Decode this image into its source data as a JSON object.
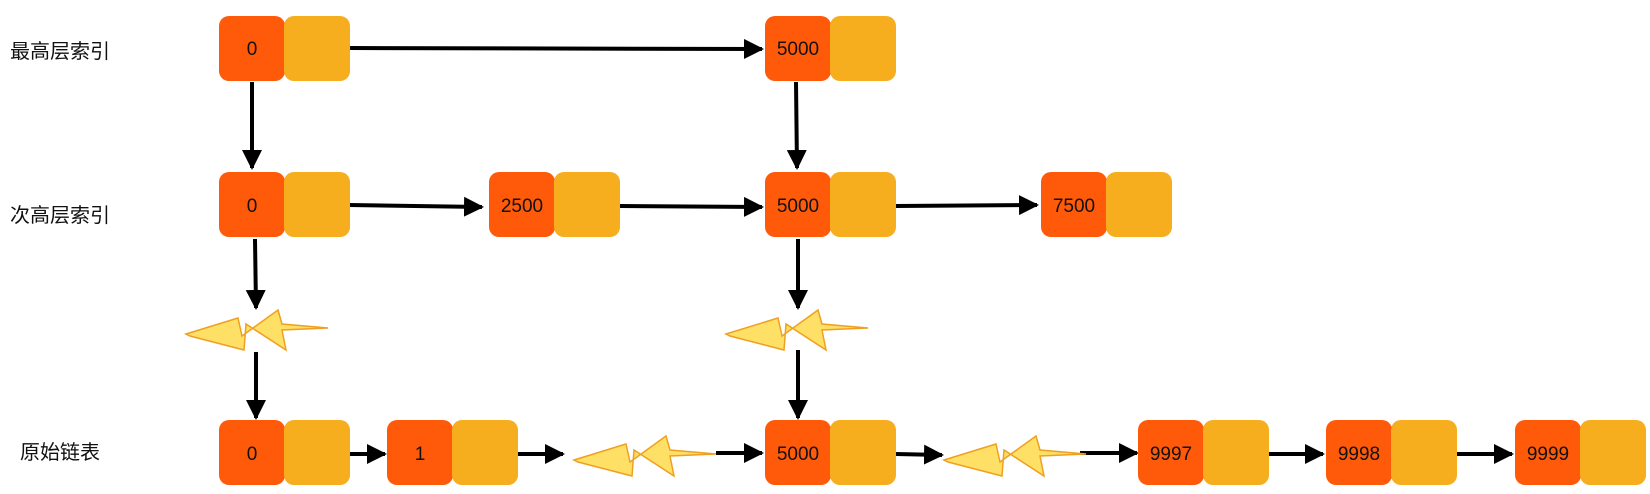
{
  "labels": {
    "top_index": "最高层索引",
    "second_index": "次高层索引",
    "original_list": "原始链表"
  },
  "nodes": {
    "top": [
      "0",
      "5000"
    ],
    "second": [
      "0",
      "2500",
      "5000",
      "7500"
    ],
    "base": [
      "0",
      "1",
      "5000",
      "9997",
      "9998",
      "9999"
    ]
  },
  "colors": {
    "key_box": "#FF5A0A",
    "pointer_box": "#F7AE1E",
    "arrow": "#000000",
    "lightning_fill": "#FFE066",
    "lightning_stroke": "#F0A020"
  },
  "icons": {
    "lightning": "lightning-icon"
  }
}
